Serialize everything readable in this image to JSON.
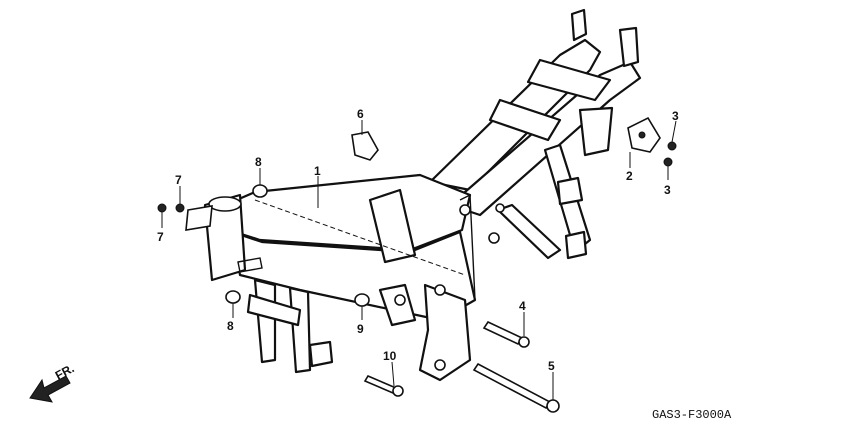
{
  "diagram": {
    "drawing_code": "GAS3-F3000A",
    "direction_label": "FR.",
    "callouts": [
      {
        "id": "c1",
        "label": "1"
      },
      {
        "id": "c2",
        "label": "2"
      },
      {
        "id": "c3a",
        "label": "3"
      },
      {
        "id": "c3b",
        "label": "3"
      },
      {
        "id": "c4",
        "label": "4"
      },
      {
        "id": "c5",
        "label": "5"
      },
      {
        "id": "c6",
        "label": "6"
      },
      {
        "id": "c7a",
        "label": "7"
      },
      {
        "id": "c7b",
        "label": "7"
      },
      {
        "id": "c8a",
        "label": "8"
      },
      {
        "id": "c8b",
        "label": "8"
      },
      {
        "id": "c9",
        "label": "9"
      },
      {
        "id": "c10",
        "label": "10"
      }
    ]
  }
}
